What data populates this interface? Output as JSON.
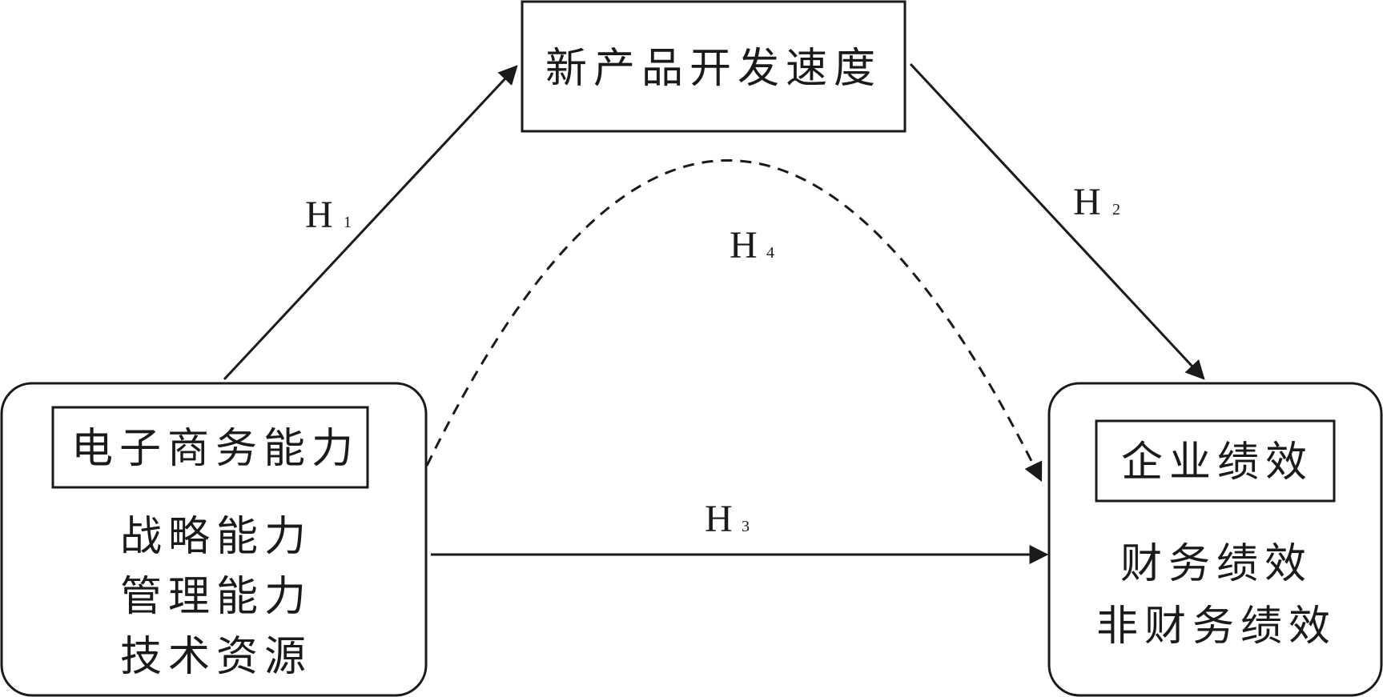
{
  "nodes": {
    "speed": {
      "title": "新产品开发速度"
    },
    "ecommerce": {
      "title": "电子商务能力",
      "items": [
        "战略能力",
        "管理能力",
        "技术资源"
      ]
    },
    "performance": {
      "title": "企业绩效",
      "items": [
        "财务绩效",
        "非财务绩效"
      ]
    }
  },
  "hypotheses": {
    "h1": {
      "main": "H",
      "sub": "1"
    },
    "h2": {
      "main": "H",
      "sub": "2"
    },
    "h3": {
      "main": "H",
      "sub": "3"
    },
    "h4": {
      "main": "H",
      "sub": "4"
    }
  },
  "colors": {
    "line": "#1a1a1a",
    "background": "#ffffff"
  }
}
